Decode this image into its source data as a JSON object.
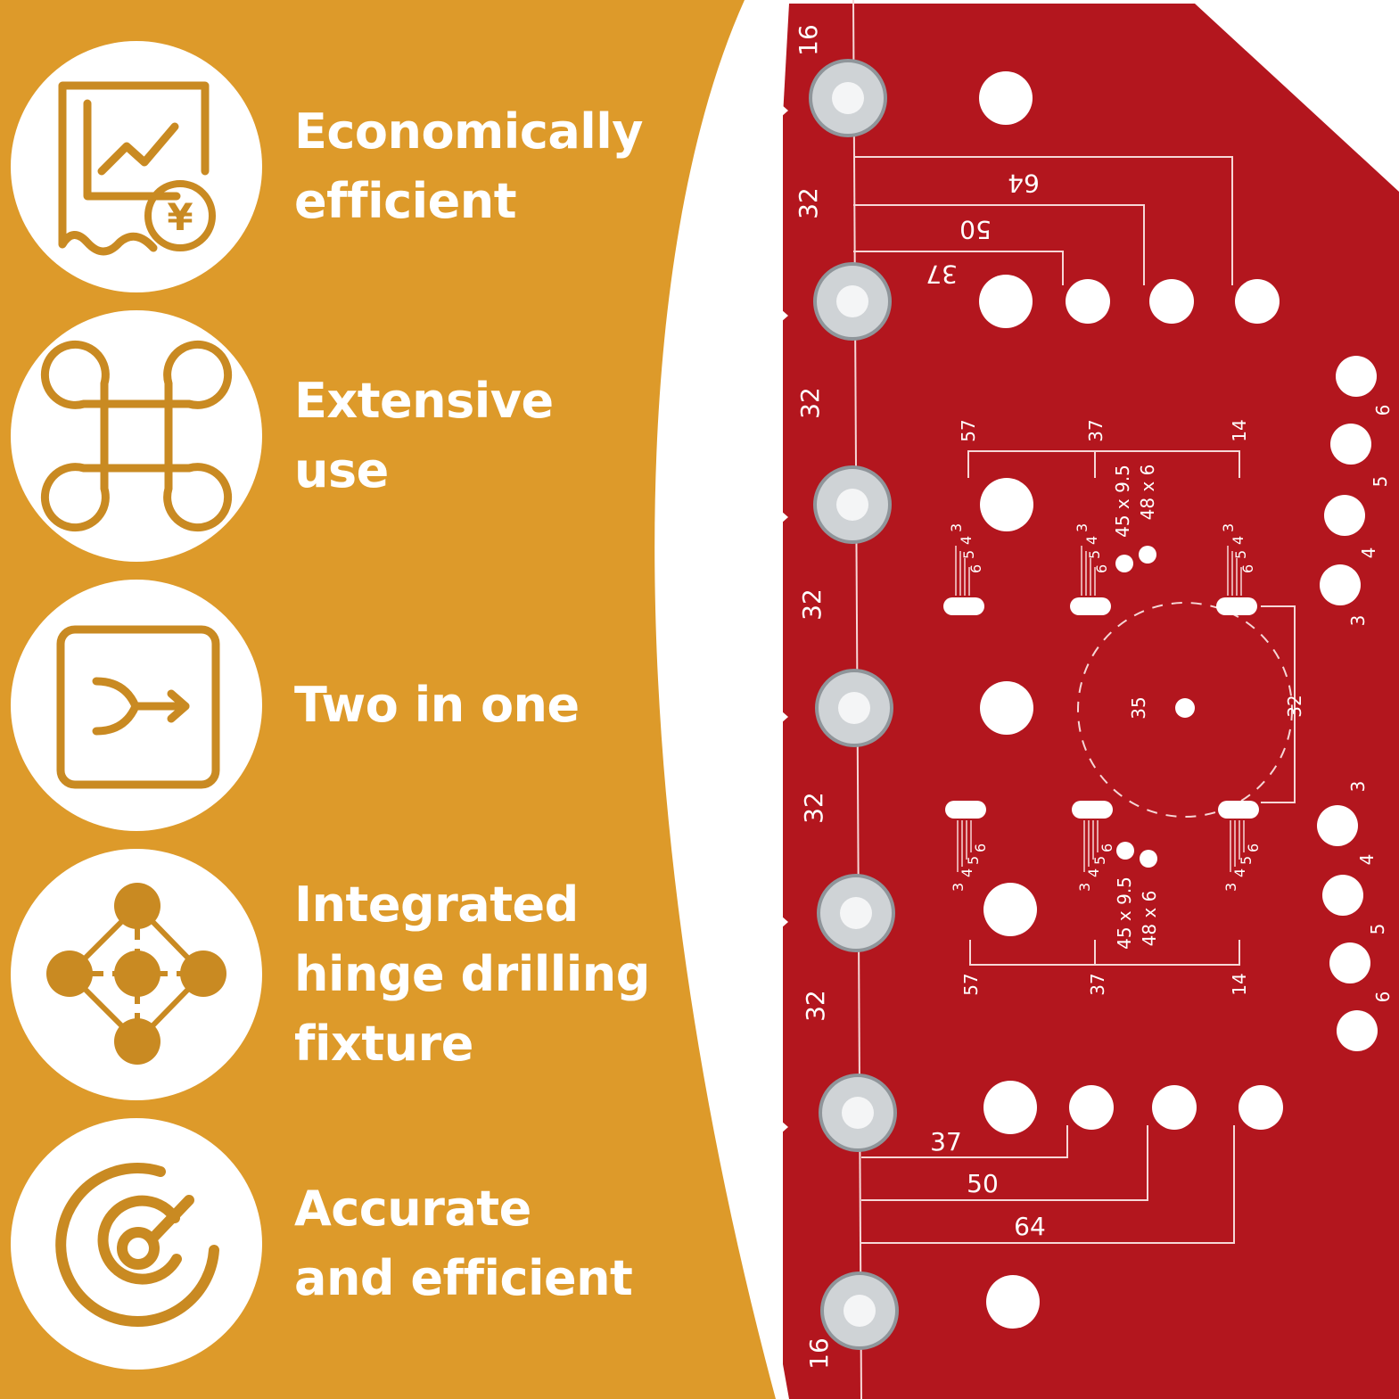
{
  "colors": {
    "panel": "#dd9a2a",
    "icon": "#c98a22",
    "plate": "#b3161e",
    "text": "#ffffff"
  },
  "features": [
    {
      "icon": "chart-receipt-yen-icon",
      "lines": [
        "Economically",
        "efficient"
      ]
    },
    {
      "icon": "command-clover-icon",
      "lines": [
        "Extensive",
        "use"
      ]
    },
    {
      "icon": "merge-arrow-icon",
      "lines": [
        "Two in one"
      ]
    },
    {
      "icon": "network-nodes-icon",
      "lines": [
        "Integrated",
        "hinge drilling",
        "fixture"
      ]
    },
    {
      "icon": "spiral-ring-icon",
      "lines": [
        "Accurate",
        "and efficient"
      ]
    }
  ],
  "plate": {
    "edge_labels": [
      "16",
      "32",
      "32",
      "32",
      "32",
      "32",
      "16"
    ],
    "top_dims": [
      "64",
      "50",
      "37"
    ],
    "bottom_dims": [
      "37",
      "50",
      "64"
    ],
    "column_labels": [
      "57",
      "37",
      "14"
    ],
    "right_labels_top": [
      "6",
      "5",
      "4",
      "3"
    ],
    "right_labels_bottom": [
      "3",
      "4",
      "5",
      "6"
    ],
    "scale_digits": [
      "3",
      "4",
      "5",
      "6"
    ],
    "hinge_sizes": [
      "45 x 9.5",
      "48 x 6"
    ],
    "center_labels": [
      "35",
      "32"
    ],
    "yen_symbol": "¥"
  }
}
